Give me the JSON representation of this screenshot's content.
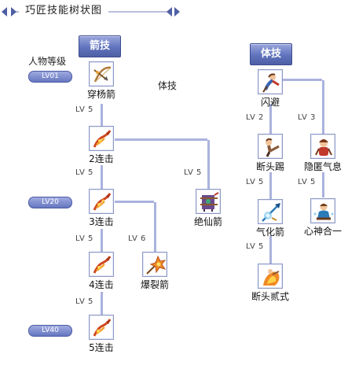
{
  "title": "巧匠技能树状图",
  "categories": {
    "arrow": "箭技",
    "body": "体技"
  },
  "floating_label": "体技",
  "level_header": "人物等级",
  "level_pills": [
    "LV01",
    "LV20",
    "LV40"
  ],
  "skills": {
    "chuanyang": "穿杨箭",
    "lian2": "2连击",
    "lian3": "3连击",
    "lian4": "4连击",
    "lian5": "5连击",
    "baolie": "爆裂箭",
    "juexian": "绝仙箭",
    "shanbi": "闪避",
    "duantouti": "断头踢",
    "qihua": "气化箭",
    "duantouershi": "断头贰式",
    "yinni": "隐匿气息",
    "xinshen": "心神合一"
  },
  "requirements": {
    "to_lian2": "LV 5",
    "to_lian3": "LV 5",
    "to_lian4": "LV 5",
    "to_lian5": "LV 5",
    "to_baolie": "LV 6",
    "to_juexian": "LV 5",
    "to_duantouti": "LV 2",
    "to_yinni": "LV 3",
    "to_qihua": "LV 5",
    "to_duantouershi": "LV 5",
    "to_xinshen": "LV 5"
  },
  "colors": {
    "accent": "#4e5fa4",
    "connector": "#aab2de",
    "pill": "#6677c0"
  }
}
